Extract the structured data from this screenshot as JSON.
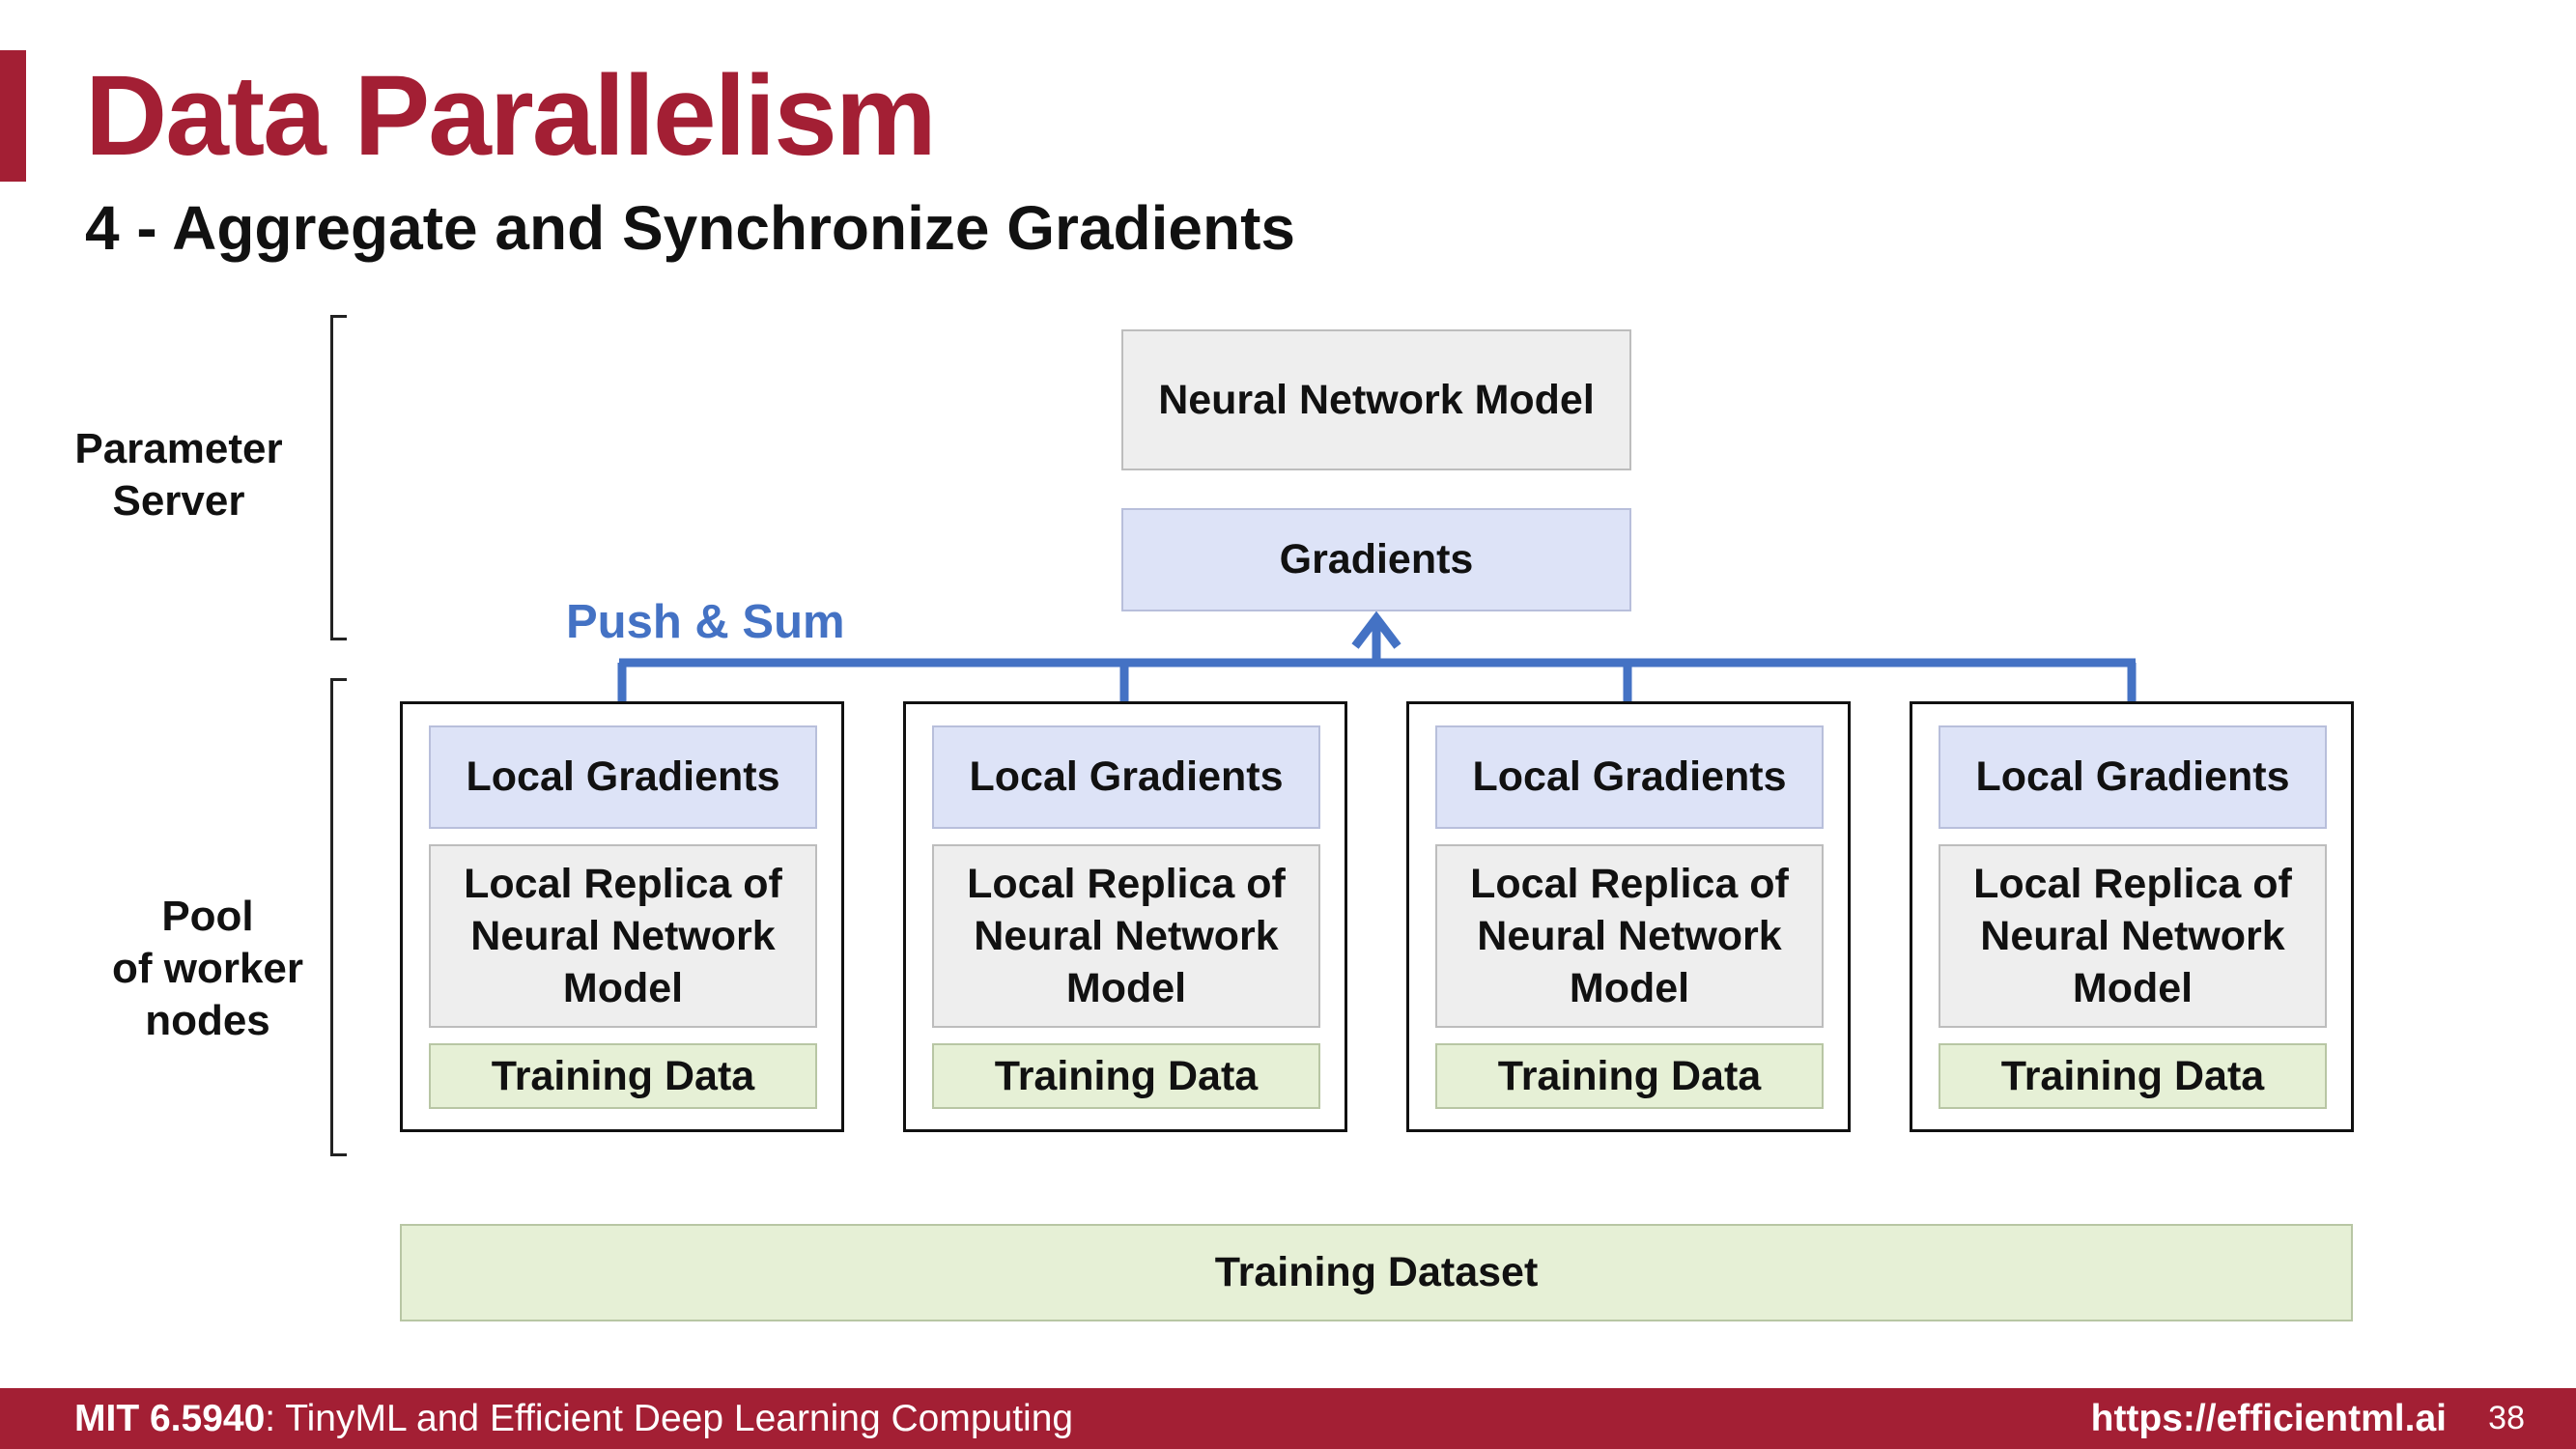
{
  "header": {
    "title": "Data Parallelism",
    "subtitle": "4 - Aggregate and Synchronize Gradients"
  },
  "side_labels": {
    "parameter_server": "Parameter\nServer",
    "pool": "Pool\nof worker\nnodes"
  },
  "server": {
    "model": "Neural Network Model",
    "gradients": "Gradients"
  },
  "connector": {
    "label": "Push & Sum",
    "color": "#4472c4"
  },
  "workers": [
    {
      "local_gradients": "Local Gradients",
      "replica": "Local Replica of Neural Network Model",
      "training_data": "Training Data"
    },
    {
      "local_gradients": "Local Gradients",
      "replica": "Local Replica of Neural Network Model",
      "training_data": "Training Data"
    },
    {
      "local_gradients": "Local Gradients",
      "replica": "Local Replica of Neural Network Model",
      "training_data": "Training Data"
    },
    {
      "local_gradients": "Local Gradients",
      "replica": "Local Replica of Neural Network Model",
      "training_data": "Training Data"
    }
  ],
  "dataset": "Training Dataset",
  "footer": {
    "course_code": "MIT 6.5940",
    "course_name": ": TinyML and Efficient Deep Learning Computing",
    "url": "https://efficientml.ai",
    "page": "38"
  },
  "colors": {
    "brand": "#a31f34",
    "gray_box": "#eeeeee",
    "blue_box": "#dde3f7",
    "green_box": "#e6f0d6"
  }
}
